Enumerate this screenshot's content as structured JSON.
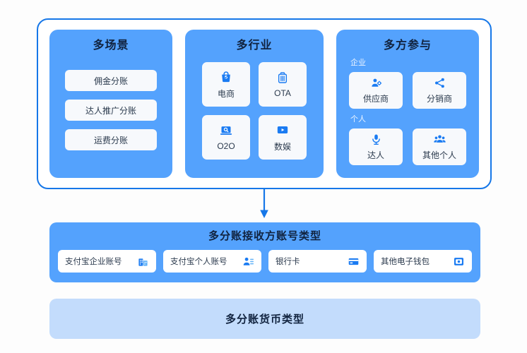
{
  "diagram": {
    "top_group": {
      "panels": [
        {
          "id": "scene",
          "title": "多场景",
          "items": [
            {
              "label": "佣金分账"
            },
            {
              "label": "达人推广分账"
            },
            {
              "label": "运费分账"
            }
          ]
        },
        {
          "id": "industry",
          "title": "多行业",
          "items": [
            {
              "label": "电商",
              "icon": "shopping-bag-icon"
            },
            {
              "label": "OTA",
              "icon": "suitcase-icon"
            },
            {
              "label": "O2O",
              "icon": "laptop-search-icon"
            },
            {
              "label": "数娱",
              "icon": "video-play-icon"
            }
          ]
        },
        {
          "id": "parties",
          "title": "多方参与",
          "groups": [
            {
              "label": "企业",
              "items": [
                {
                  "label": "供应商",
                  "icon": "person-gear-icon"
                },
                {
                  "label": "分销商",
                  "icon": "share-network-icon"
                }
              ]
            },
            {
              "label": "个人",
              "items": [
                {
                  "label": "达人",
                  "icon": "microphone-person-icon"
                },
                {
                  "label": "其他个人",
                  "icon": "people-group-icon"
                }
              ]
            }
          ]
        }
      ]
    },
    "connector": {
      "icon": "down-arrow-icon"
    },
    "receiver": {
      "title": "多分账接收方账号类型",
      "items": [
        {
          "label": "支付宝企业账号",
          "icon": "building-icon"
        },
        {
          "label": "支付宝个人账号",
          "icon": "person-list-icon"
        },
        {
          "label": "银行卡",
          "icon": "credit-card-icon"
        },
        {
          "label": "其他电子钱包",
          "icon": "wallet-icon"
        }
      ]
    },
    "currency": {
      "title": "多分账货币类型"
    },
    "colors": {
      "panel_blue": "#54a2fd",
      "border_blue": "#1677e8",
      "icon_blue": "#1a7bf2",
      "light_blue": "#c3dcfc",
      "chip_bg": "#f7f9fc",
      "title_text": "#11233f"
    }
  }
}
